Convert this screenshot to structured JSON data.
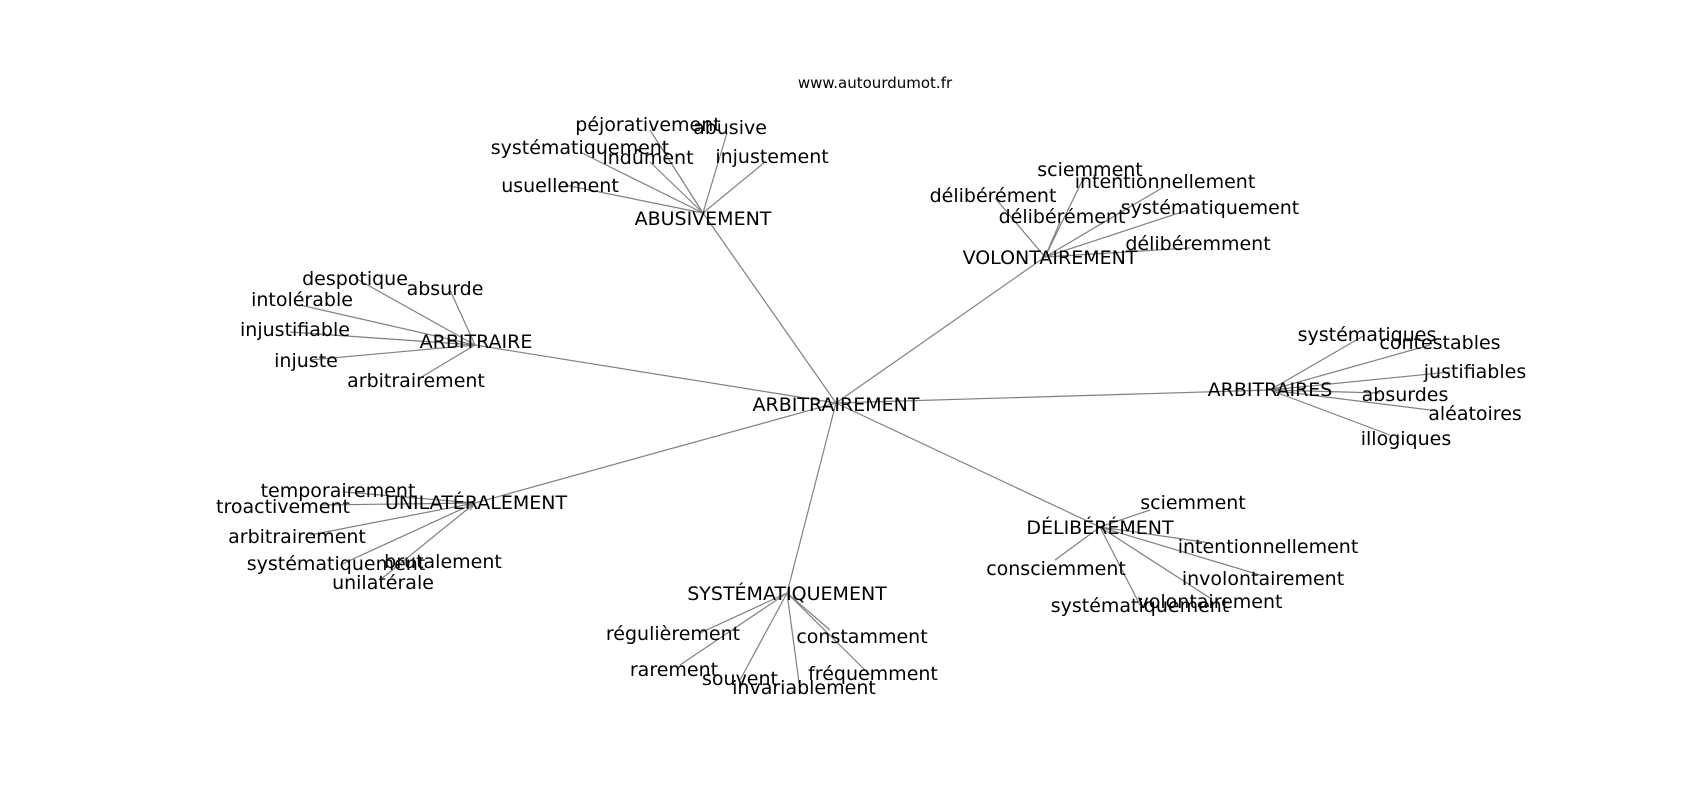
{
  "site": "www.autourdumot.fr",
  "center": "ARBITRAIREMENT",
  "clusters": [
    {
      "hub": "ABUSIVEMENT",
      "words": [
        "péjorativement",
        "abusive",
        "systématiquement",
        "indûment",
        "injustement",
        "usuellement"
      ]
    },
    {
      "hub": "VOLONTAIREMENT",
      "words": [
        "sciemment",
        "intentionnellement",
        "délibérément",
        "délibérément",
        "systématiquement",
        "délibéremment"
      ]
    },
    {
      "hub": "ARBITRAIRE",
      "words": [
        "despotique",
        "absurde",
        "intolérable",
        "injustifiable",
        "injuste",
        "arbitrairement"
      ]
    },
    {
      "hub": "ARBITRAIRES",
      "words": [
        "systématiques",
        "contestables",
        "justifiables",
        "absurdes",
        "aléatoires",
        "illogiques"
      ]
    },
    {
      "hub": "UNILATÉRALEMENT",
      "words": [
        "temporairement",
        "troactivement",
        "arbitrairement",
        "systématiquement",
        "brutalement",
        "unilatérale"
      ]
    },
    {
      "hub": "DÉLIBÉRÉMENT",
      "words": [
        "sciemment",
        "intentionnellement",
        "consciemment",
        "involontairement",
        "systématiquement",
        "volontairement"
      ]
    },
    {
      "hub": "SYSTÉMATIQUEMENT",
      "words": [
        "régulièrement",
        "constamment",
        "rarement",
        "souvent",
        "fréquemment",
        "invariablement"
      ]
    }
  ]
}
